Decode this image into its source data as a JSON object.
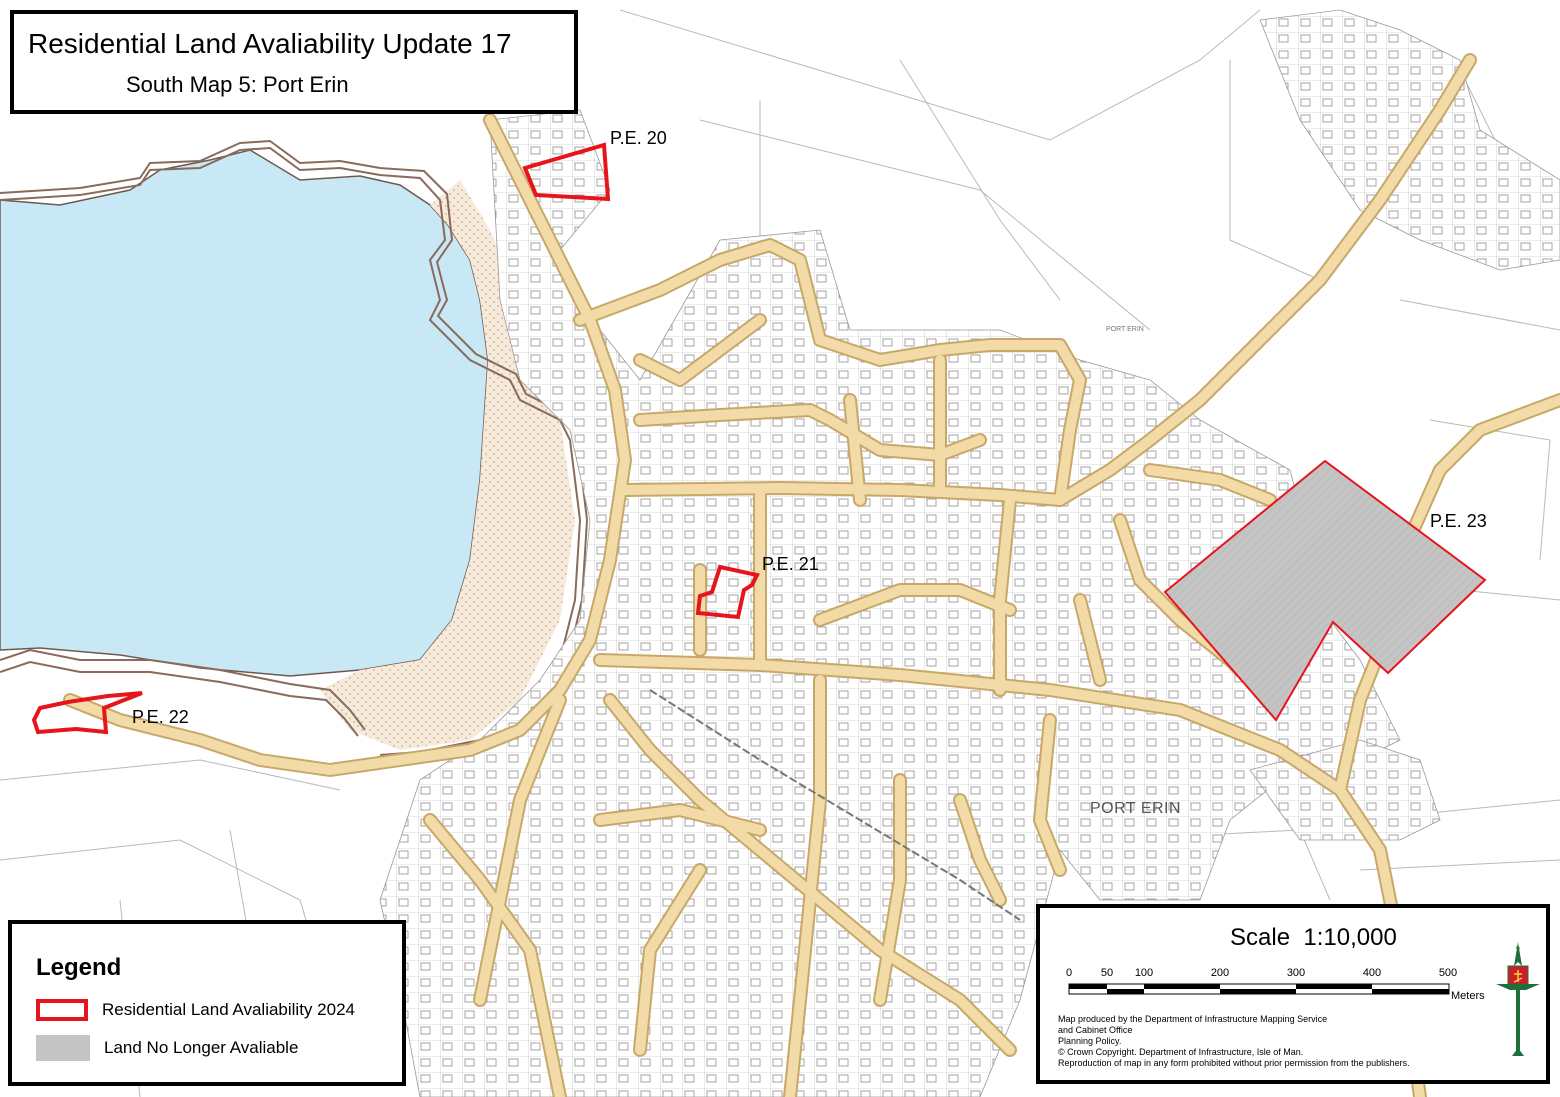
{
  "title": {
    "main": "Residential Land Avaliability Update 17",
    "sub": "South Map 5: Port Erin"
  },
  "sites": [
    {
      "id": "pe20",
      "label": "P.E. 20"
    },
    {
      "id": "pe21",
      "label": "P.E. 21"
    },
    {
      "id": "pe22",
      "label": "P.E. 22"
    },
    {
      "id": "pe23",
      "label": "P.E. 23"
    }
  ],
  "place_names": {
    "town": "PORT ERIN",
    "small": "PORT ERIN"
  },
  "legend": {
    "title": "Legend",
    "items": [
      {
        "label": "Residential Land Avaliability 2024",
        "color": "#e8141b",
        "style": "outline"
      },
      {
        "label": "Land No Longer Avaliable",
        "color": "#c4c4c4",
        "style": "fill"
      }
    ]
  },
  "scale": {
    "label": "Scale",
    "ratio": "1:10,000",
    "ticks": [
      "0",
      "50",
      "100",
      "200",
      "300",
      "400",
      "500"
    ],
    "unit": "Meters"
  },
  "credits": {
    "text": "Map produced by the Department of Infrastructure Mapping Service\n and Cabinet Office\nPlanning Policy.\n© Crown Copyright. Department of Infrastructure, Isle of Man.\nReproduction of map in any form prohibited without prior permission from the publishers."
  },
  "colors": {
    "sea": "#c9e8f5",
    "road": "#f2dba6",
    "road_edge": "#c8a86a",
    "site_outline": "#e8141b",
    "unavailable": "#c4c4c4",
    "cliff": "#8a6a5a",
    "sand": "#f6eadc"
  }
}
